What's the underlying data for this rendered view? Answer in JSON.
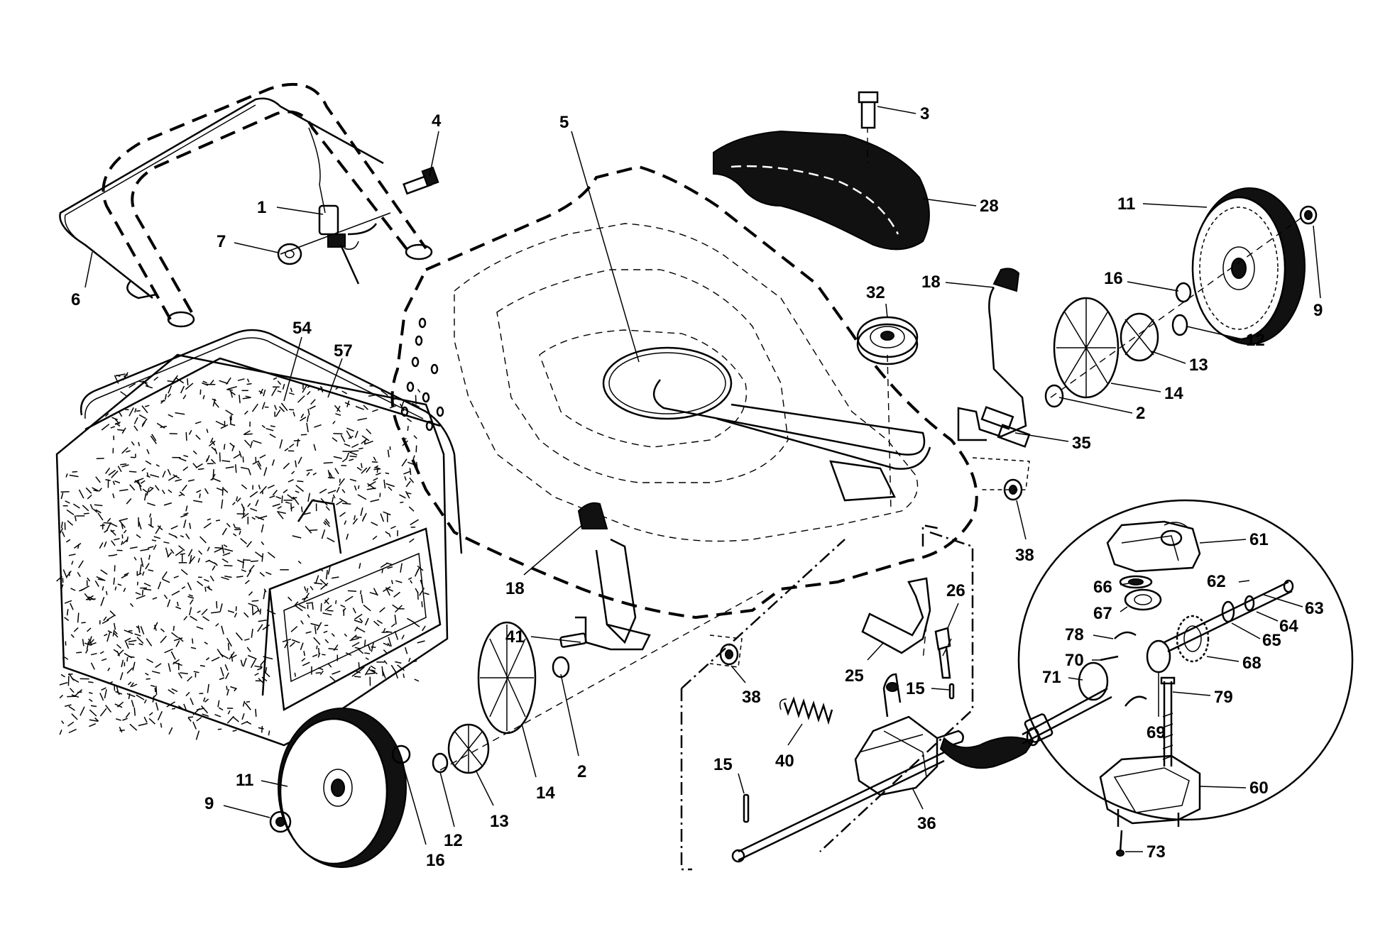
{
  "callouts": [
    {
      "id": "c1",
      "label": "1"
    },
    {
      "id": "c2a",
      "label": "2"
    },
    {
      "id": "c2b",
      "label": "2"
    },
    {
      "id": "c3",
      "label": "3"
    },
    {
      "id": "c4",
      "label": "4"
    },
    {
      "id": "c5",
      "label": "5"
    },
    {
      "id": "c6",
      "label": "6"
    },
    {
      "id": "c7",
      "label": "7"
    },
    {
      "id": "c9a",
      "label": "9"
    },
    {
      "id": "c9b",
      "label": "9"
    },
    {
      "id": "c11a",
      "label": "11"
    },
    {
      "id": "c11b",
      "label": "11"
    },
    {
      "id": "c12a",
      "label": "12"
    },
    {
      "id": "c12b",
      "label": "12"
    },
    {
      "id": "c13a",
      "label": "13"
    },
    {
      "id": "c13b",
      "label": "13"
    },
    {
      "id": "c14a",
      "label": "14"
    },
    {
      "id": "c14b",
      "label": "14"
    },
    {
      "id": "c15a",
      "label": "15"
    },
    {
      "id": "c15b",
      "label": "15"
    },
    {
      "id": "c16a",
      "label": "16"
    },
    {
      "id": "c16b",
      "label": "16"
    },
    {
      "id": "c18a",
      "label": "18"
    },
    {
      "id": "c18b",
      "label": "18"
    },
    {
      "id": "c25",
      "label": "25"
    },
    {
      "id": "c26",
      "label": "26"
    },
    {
      "id": "c28",
      "label": "28"
    },
    {
      "id": "c32",
      "label": "32"
    },
    {
      "id": "c35",
      "label": "35"
    },
    {
      "id": "c36",
      "label": "36"
    },
    {
      "id": "c38a",
      "label": "38"
    },
    {
      "id": "c38b",
      "label": "38"
    },
    {
      "id": "c40",
      "label": "40"
    },
    {
      "id": "c41",
      "label": "41"
    },
    {
      "id": "c54",
      "label": "54"
    },
    {
      "id": "c57",
      "label": "57"
    },
    {
      "id": "c60",
      "label": "60"
    },
    {
      "id": "c61",
      "label": "61"
    },
    {
      "id": "c62",
      "label": "62"
    },
    {
      "id": "c63",
      "label": "63"
    },
    {
      "id": "c64",
      "label": "64"
    },
    {
      "id": "c65",
      "label": "65"
    },
    {
      "id": "c66",
      "label": "66"
    },
    {
      "id": "c67",
      "label": "67"
    },
    {
      "id": "c68",
      "label": "68"
    },
    {
      "id": "c69",
      "label": "69"
    },
    {
      "id": "c70",
      "label": "70"
    },
    {
      "id": "c71",
      "label": "71"
    },
    {
      "id": "c73",
      "label": "73"
    },
    {
      "id": "c78",
      "label": "78"
    },
    {
      "id": "c79",
      "label": "79"
    }
  ]
}
